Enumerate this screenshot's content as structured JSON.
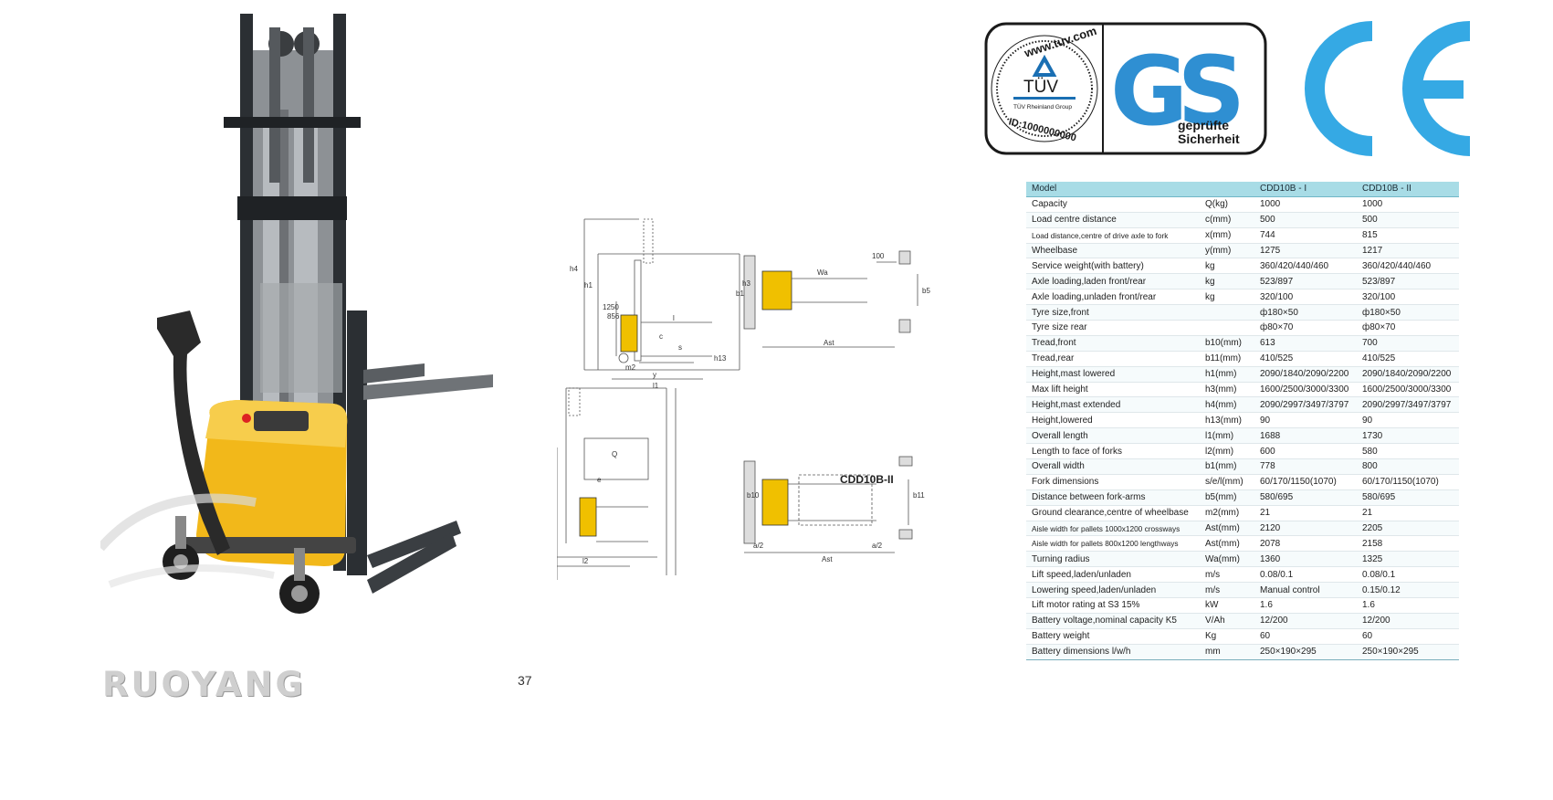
{
  "brand": {
    "watermark": "RUOYANG"
  },
  "page": {
    "number": "37"
  },
  "certifications": {
    "tuv_url": "www.tuv.com",
    "tuv_mark": "TÜV",
    "tuv_group": "TÜV Rheinland Group",
    "tuv_id": "ID:1000000000",
    "gs_letters": "GS",
    "gs_line1": "geprüfte",
    "gs_line2": "Sicherheit",
    "colors": {
      "tuv_blue": "#1a6fb3",
      "ce_blue": "#35a9e4",
      "gs_blue": "#2f8fd2"
    }
  },
  "drawings": {
    "model_label": "CDD10B-II",
    "dims": {
      "h4": "h4",
      "h3": "h3",
      "h1": "h1",
      "h13": "h13",
      "m2": "m2",
      "y": "y",
      "l1": "l1",
      "l2": "l2",
      "l": "l",
      "c": "c",
      "s": "s",
      "e": "e",
      "q": "Q",
      "b1": "b1",
      "b5": "b5",
      "b10": "b10",
      "b11": "b11",
      "ast": "Ast",
      "wa": "Wa",
      "a2": "a/2",
      "d100": "100",
      "d1250": "1250",
      "d856": "856"
    }
  },
  "spec": {
    "header": [
      "Model",
      "",
      "CDD10B - I",
      "CDD10B - II"
    ],
    "rows": [
      [
        "Capacity",
        "Q(kg)",
        "1000",
        "1000"
      ],
      [
        "Load centre distance",
        "c(mm)",
        "500",
        "500"
      ],
      [
        "Load distance,centre of drive axle to fork",
        "x(mm)",
        "744",
        "815"
      ],
      [
        "Wheelbase",
        "y(mm)",
        "1275",
        "1217"
      ],
      [
        "Service weight(with battery)",
        "kg",
        "360/420/440/460",
        "360/420/440/460"
      ],
      [
        "Axle loading,laden front/rear",
        "kg",
        "523/897",
        "523/897"
      ],
      [
        "Axle loading,unladen front/rear",
        "kg",
        "320/100",
        "320/100"
      ],
      [
        "Tyre size,front",
        "",
        "ф180×50",
        "ф180×50"
      ],
      [
        "Tyre size rear",
        "",
        "ф80×70",
        "ф80×70"
      ],
      [
        "Tread,front",
        "b10(mm)",
        "613",
        "700"
      ],
      [
        "Tread,rear",
        "b11(mm)",
        "410/525",
        "410/525"
      ],
      [
        "Height,mast lowered",
        "h1(mm)",
        "2090/1840/2090/2200",
        "2090/1840/2090/2200"
      ],
      [
        "Max lift height",
        "h3(mm)",
        "1600/2500/3000/3300",
        "1600/2500/3000/3300"
      ],
      [
        "Height,mast extended",
        "h4(mm)",
        "2090/2997/3497/3797",
        "2090/2997/3497/3797"
      ],
      [
        "Height,lowered",
        "h13(mm)",
        "90",
        "90"
      ],
      [
        "Overall length",
        "l1(mm)",
        "1688",
        "1730"
      ],
      [
        "Length to face of forks",
        "l2(mm)",
        "600",
        "580"
      ],
      [
        "Overall width",
        "b1(mm)",
        "778",
        "800"
      ],
      [
        "Fork dimensions",
        "s/e/l(mm)",
        "60/170/1150(1070)",
        "60/170/1150(1070)"
      ],
      [
        "Distance between fork-arms",
        "b5(mm)",
        "580/695",
        "580/695"
      ],
      [
        "Ground clearance,centre of wheelbase",
        "m2(mm)",
        "21",
        "21"
      ],
      [
        "Aisle width for pallets 1000x1200 crossways",
        "Ast(mm)",
        "2120",
        "2205"
      ],
      [
        "Aisle width for pallets 800x1200 lengthways",
        "Ast(mm)",
        "2078",
        "2158"
      ],
      [
        "Turning radius",
        "Wa(mm)",
        "1360",
        "1325"
      ],
      [
        "Lift speed,laden/unladen",
        "m/s",
        "0.08/0.1",
        "0.08/0.1"
      ],
      [
        "Lowering speed,laden/unladen",
        "m/s",
        "Manual control",
        "0.15/0.12"
      ],
      [
        "Lift motor rating at S3 15%",
        "kW",
        "1.6",
        "1.6"
      ],
      [
        "Battery voltage,nominal capacity K5",
        "V/Ah",
        "12/200",
        "12/200"
      ],
      [
        "Battery weight",
        "Kg",
        "60",
        "60"
      ],
      [
        "Battery dimensions l/w/h",
        "mm",
        "250×190×295",
        "250×190×295"
      ]
    ],
    "colors": {
      "header_bg": "#a8dce6"
    }
  }
}
